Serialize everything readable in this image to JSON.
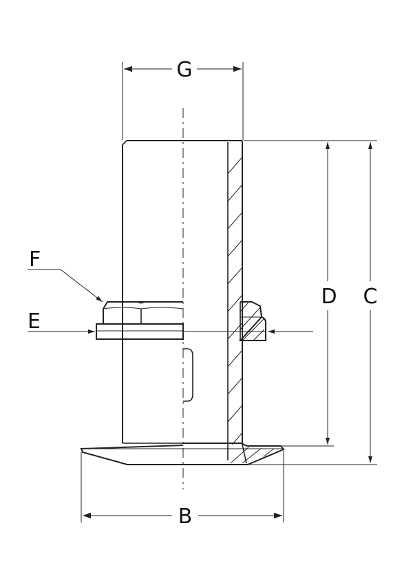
{
  "drawing": {
    "labels": {
      "G": "G",
      "F": "F",
      "E": "E",
      "D": "D",
      "C": "C",
      "B": "B"
    },
    "colors": {
      "line": "#222222",
      "background": "#ffffff"
    }
  }
}
